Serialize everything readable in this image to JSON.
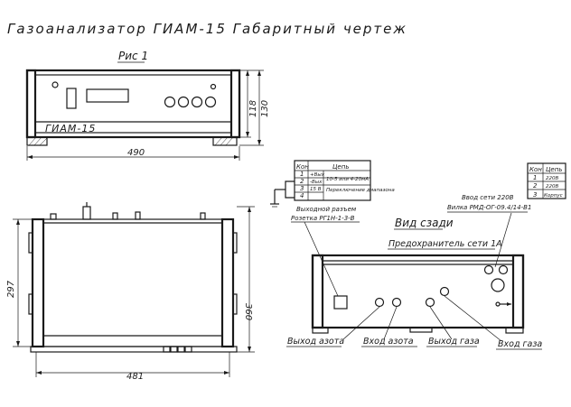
{
  "title": "Газоанализатор ГИАМ-15 Габаритный чертеж",
  "figure_caption": "Рис 1",
  "device_label": "ГИАМ-15",
  "dimensions": {
    "front_width": "490",
    "front_height_inner": "118",
    "front_height_outer": "130",
    "top_width": "481",
    "top_depth_inner": "297",
    "top_depth_outer": "360"
  },
  "rear_view_caption": "Вид сзади",
  "fuse_label": "Предохранитель сети 1А",
  "power_input_label": "Ввод сети 220В",
  "power_plug_label": "Вилка РМД-ОГ-09.4/14-В1",
  "output_socket_title": "Выходной разъем",
  "output_socket_part": "Розетка РГ1Н-1-3-В",
  "contact_table": {
    "header": [
      "Кон",
      "Цепь"
    ],
    "rows": [
      {
        "num": "1",
        "circuit": "+Вых"
      },
      {
        "num": "2",
        "circuit": "-Вых"
      },
      {
        "num": "3",
        "circuit": "15 В"
      },
      {
        "num": "4",
        "circuit": ""
      }
    ],
    "note_1": "10-5 или 4-20мА",
    "note_2": "Переключение диапазона"
  },
  "power_table": {
    "header": [
      "Кон",
      "Цепь"
    ],
    "rows": [
      {
        "num": "1",
        "circuit": "220В"
      },
      {
        "num": "2",
        "circuit": "220В"
      },
      {
        "num": "3",
        "circuit": "Корпус"
      }
    ]
  },
  "port_labels": {
    "nitrogen_out": "Выход азота",
    "nitrogen_in": "Вход азота",
    "gas_out": "Выход газа",
    "gas_in": "Вход газа"
  }
}
